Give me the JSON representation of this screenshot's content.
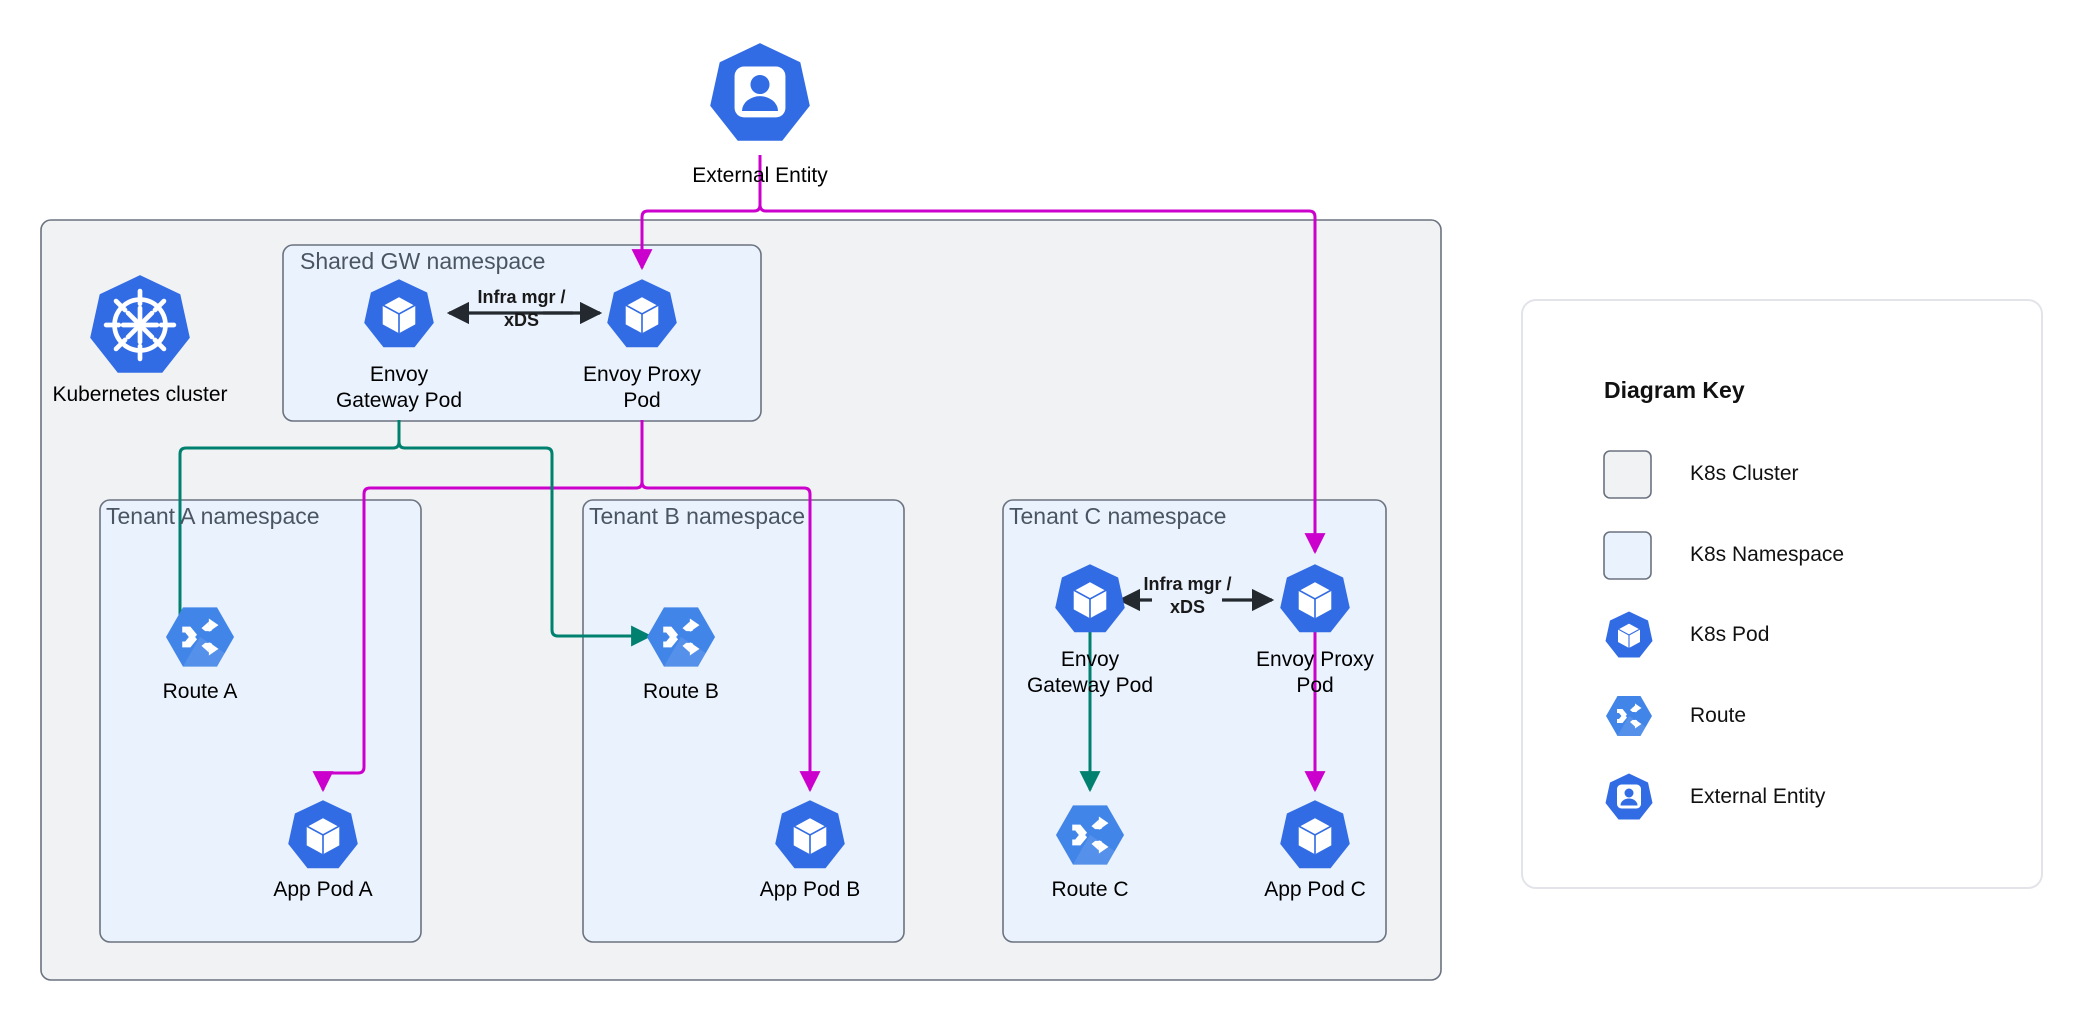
{
  "diagram": {
    "title": "Envoy Gateway multi-tenant Kubernetes deployment",
    "colors": {
      "k8s_blue": "#326ce5",
      "route_blue": "#4285e8",
      "cluster_fill": "#f1f2f3",
      "cluster_stroke": "#6b7280",
      "namespace_fill": "#eaf2fd",
      "namespace_stroke": "#6b7280",
      "green_edge": "#00806e",
      "magenta_edge": "#cc00cc",
      "black_edge": "#24292f",
      "legend_stroke": "#e2e4e9",
      "legend_fill": "#ffffff"
    }
  },
  "external": {
    "label": "External Entity",
    "icon": "external-entity-icon"
  },
  "cluster": {
    "icon_label": "Kubernetes cluster",
    "icon": "kubernetes-helm-icon"
  },
  "shared_gw": {
    "title": "Shared GW namespace",
    "gateway_pod": {
      "label": "Envoy\nGateway Pod",
      "icon": "k8s-pod-icon"
    },
    "proxy_pod": {
      "label": "Envoy Proxy\nPod",
      "icon": "k8s-pod-icon"
    },
    "edge_label": "Infra mgr /\nxDS"
  },
  "tenants": [
    {
      "title": "Tenant A namespace",
      "route": {
        "label": "Route A",
        "icon": "route-icon"
      },
      "app_pod": {
        "label": "App Pod A",
        "icon": "k8s-pod-icon"
      }
    },
    {
      "title": "Tenant B namespace",
      "route": {
        "label": "Route B",
        "icon": "route-icon"
      },
      "app_pod": {
        "label": "App Pod B",
        "icon": "k8s-pod-icon"
      }
    },
    {
      "title": "Tenant C namespace",
      "gateway_pod": {
        "label": "Envoy\nGateway Pod",
        "icon": "k8s-pod-icon"
      },
      "proxy_pod": {
        "label": "Envoy Proxy\nPod",
        "icon": "k8s-pod-icon"
      },
      "edge_label": "Infra mgr /\nxDS",
      "route": {
        "label": "Route C",
        "icon": "route-icon"
      },
      "app_pod": {
        "label": "App Pod C",
        "icon": "k8s-pod-icon"
      }
    }
  ],
  "legend": {
    "title": "Diagram Key",
    "items": [
      {
        "label": "K8s Cluster",
        "icon": "cluster-swatch-icon"
      },
      {
        "label": "K8s Namespace",
        "icon": "namespace-swatch-icon"
      },
      {
        "label": "K8s Pod",
        "icon": "k8s-pod-icon"
      },
      {
        "label": "Route",
        "icon": "route-icon"
      },
      {
        "label": "External Entity",
        "icon": "external-entity-icon"
      }
    ]
  }
}
